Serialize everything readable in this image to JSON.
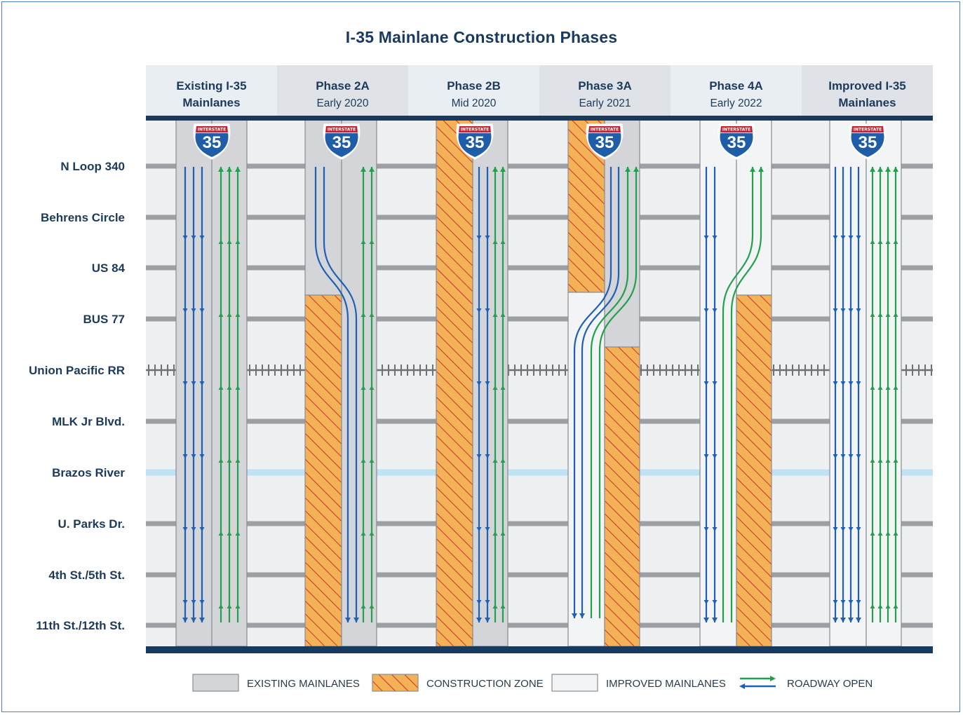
{
  "title": "I-35 Mainlane Construction Phases",
  "columns": [
    {
      "title_lines": [
        "Existing I-35",
        "Mainlanes"
      ],
      "subtitle": ""
    },
    {
      "title_lines": [
        "Phase 2A"
      ],
      "subtitle": "Early 2020"
    },
    {
      "title_lines": [
        "Phase 2B"
      ],
      "subtitle": "Mid 2020"
    },
    {
      "title_lines": [
        "Phase 3A"
      ],
      "subtitle": "Early 2021"
    },
    {
      "title_lines": [
        "Phase 4A"
      ],
      "subtitle": "Early 2022"
    },
    {
      "title_lines": [
        "Improved I-35",
        "Mainlanes"
      ],
      "subtitle": ""
    }
  ],
  "rows": [
    {
      "label": "N Loop 340",
      "type": "road"
    },
    {
      "label": "Behrens Circle",
      "type": "road"
    },
    {
      "label": "US 84",
      "type": "road"
    },
    {
      "label": "BUS 77",
      "type": "road"
    },
    {
      "label": "Union Pacific RR",
      "type": "rail"
    },
    {
      "label": "MLK Jr Blvd.",
      "type": "road"
    },
    {
      "label": "Brazos River",
      "type": "river"
    },
    {
      "label": "U. Parks Dr.",
      "type": "road"
    },
    {
      "label": "4th St./5th St.",
      "type": "road"
    },
    {
      "label": "11th St./12th St.",
      "type": "road"
    }
  ],
  "shield": {
    "top_text": "INTERSTATE",
    "number": "35"
  },
  "legend": [
    {
      "key": "existing",
      "label": "EXISTING MAINLANES"
    },
    {
      "key": "construction",
      "label": "CONSTRUCTION ZONE"
    },
    {
      "key": "improved",
      "label": "IMPROVED MAINLANES"
    },
    {
      "key": "open",
      "label": "ROADWAY OPEN"
    }
  ],
  "colors": {
    "navy": "#173a5e",
    "southbound_blue": "#1f5fb4",
    "northbound_green": "#22a04b",
    "existing_gray": "#d3d5d8",
    "improved_white": "#f3f4f5",
    "construction_orange": "#f4b257",
    "hatch_red": "#c8202e",
    "cross_street_gray": "#9c9fa3",
    "river_blue": "#bfe2f5",
    "shield_blue": "#1e5ea8",
    "shield_red": "#c8202e"
  }
}
